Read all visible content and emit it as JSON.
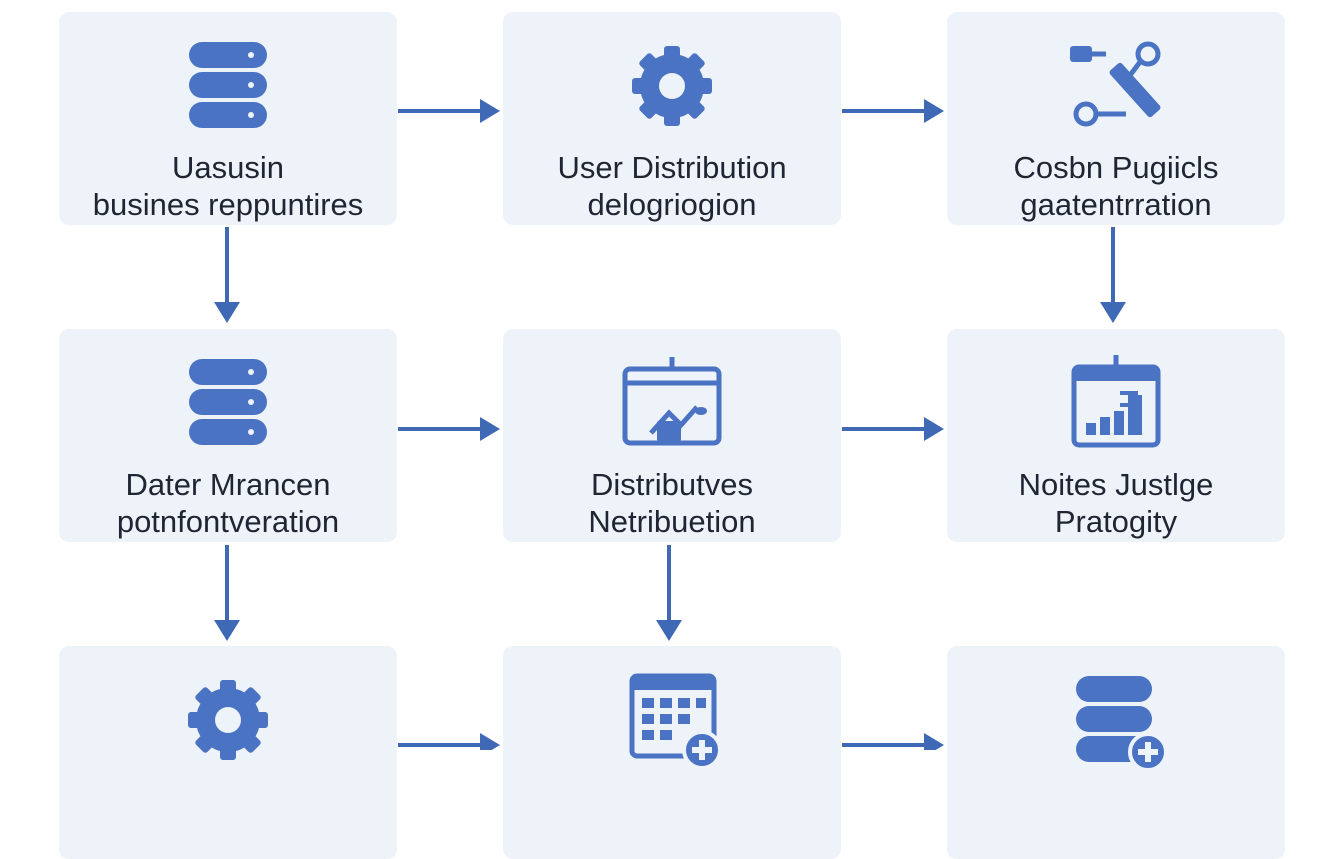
{
  "colors": {
    "accent": "#3f68b5",
    "card": "#eef2f9",
    "text": "#1f2533"
  },
  "nodes": [
    {
      "icon": "database-icon",
      "lines": [
        "Uasusin",
        "busines reppuntires"
      ]
    },
    {
      "icon": "gear-icon",
      "lines": [
        "User Distribution",
        "delogriogion"
      ]
    },
    {
      "icon": "connector-icon",
      "lines": [
        "Cosbn Pugiicls",
        "gaatentrration"
      ]
    },
    {
      "icon": "database-icon",
      "lines": [
        "Dater Mrancen",
        "potnfontveration"
      ]
    },
    {
      "icon": "browser-chart-icon",
      "lines": [
        "Distributves",
        "Netribuetion"
      ]
    },
    {
      "icon": "calendar-chart-icon",
      "lines": [
        "Noites Justlge",
        "Pratogity"
      ]
    },
    {
      "icon": "gear-icon",
      "lines": []
    },
    {
      "icon": "calendar-add-icon",
      "lines": []
    },
    {
      "icon": "database-add-icon",
      "lines": []
    }
  ]
}
